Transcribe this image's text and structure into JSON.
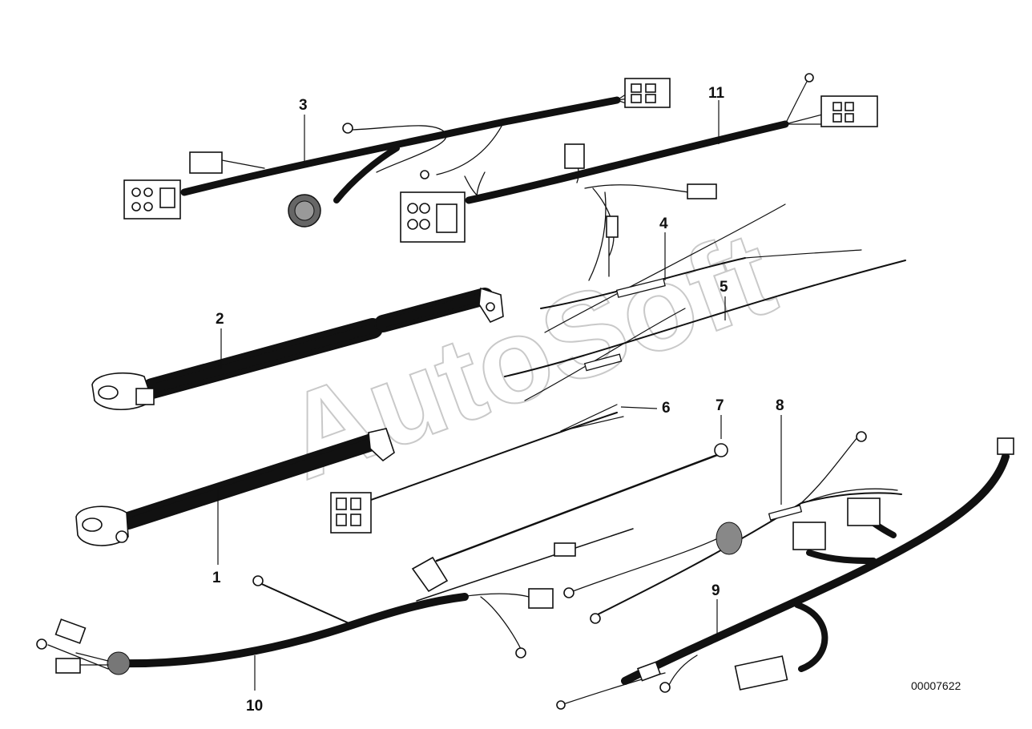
{
  "diagram": {
    "watermark": "AutoSoft",
    "document_number": "00007622",
    "callouts": [
      {
        "id": "1",
        "label": "1"
      },
      {
        "id": "2",
        "label": "2"
      },
      {
        "id": "3",
        "label": "3"
      },
      {
        "id": "4",
        "label": "4"
      },
      {
        "id": "5",
        "label": "5"
      },
      {
        "id": "6",
        "label": "6"
      },
      {
        "id": "7",
        "label": "7"
      },
      {
        "id": "8",
        "label": "8"
      },
      {
        "id": "9",
        "label": "9"
      },
      {
        "id": "10",
        "label": "10"
      },
      {
        "id": "11",
        "label": "11"
      }
    ]
  }
}
